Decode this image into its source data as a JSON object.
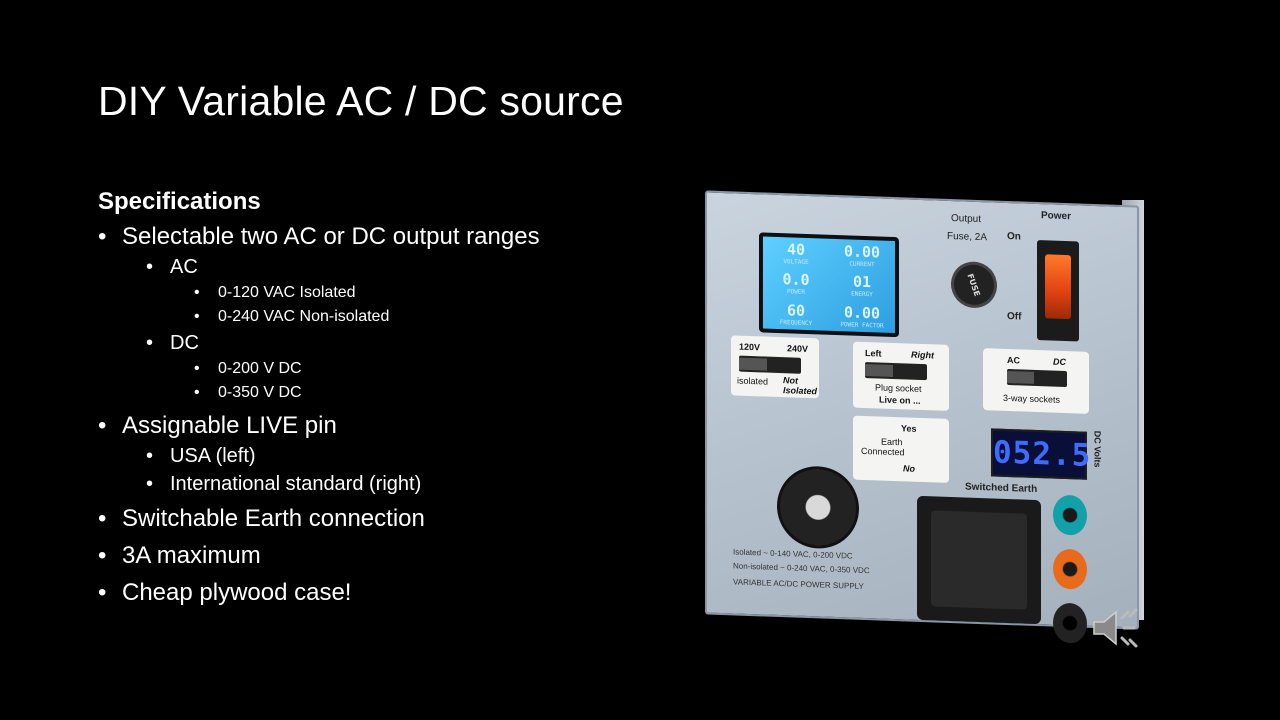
{
  "slide": {
    "title": "DIY Variable AC / DC source",
    "heading": "Specifications",
    "bullets": {
      "b1": "Selectable two AC or DC output ranges",
      "b1_ac": "AC",
      "b1_ac_1": "0-120 VAC Isolated",
      "b1_ac_2": "0-240 VAC Non-isolated",
      "b1_dc": "DC",
      "b1_dc_1": "0-200 V DC",
      "b1_dc_2": "0-350 V DC",
      "b2": "Assignable LIVE pin",
      "b2_1": "USA (left)",
      "b2_2": "International standard (right)",
      "b3": "Switchable Earth connection",
      "b4": "3A maximum",
      "b5": "Cheap plywood case!"
    },
    "bullet_char": "•"
  },
  "device_photo": {
    "lcd": {
      "voltage": "40",
      "voltage_label": "VOLTAGE",
      "current": "0.00",
      "current_label": "CURRENT",
      "power": "0.0",
      "power_label": "POWER",
      "energy": "01",
      "energy_label": "ENERGY",
      "freq": "60",
      "freq_label": "FREQUENCY",
      "pf": "0.00",
      "pf_label": "POWER FACTOR"
    },
    "output_label": "Output",
    "fuse_label": "Fuse, 2A",
    "fuse_cap": "FUSE",
    "power_label": "Power",
    "on_label": "On",
    "off_label": "Off",
    "range_switch": {
      "left": "120V",
      "right": "240V",
      "off": "off",
      "iso": "isolated",
      "noniso": "Not Isolated"
    },
    "live_switch": {
      "left": "Left",
      "right": "Right",
      "off": "off",
      "caption1": "Plug socket",
      "caption2": "Live on ..."
    },
    "acdc_switch": {
      "left": "AC",
      "right": "DC",
      "off": "off",
      "caption": "3-way sockets"
    },
    "earth_card": {
      "yes": "Yes",
      "line1": "Earth",
      "line2": "Connected",
      "no": "No"
    },
    "switched_earth": "Switched Earth",
    "dc_display": "052.5",
    "dc_units": "DC Volts",
    "bottom_text_1": "Isolated        ~ 0-140 VAC, 0-200 VDC",
    "bottom_text_2": "Non-isolated  ~ 0-240 VAC, 0-350 VDC",
    "bottom_text_3": "VARIABLE AC/DC POWER SUPPLY"
  },
  "icons": {
    "speaker": "speaker-icon"
  },
  "colors": {
    "background": "#000000",
    "text": "#ffffff"
  }
}
